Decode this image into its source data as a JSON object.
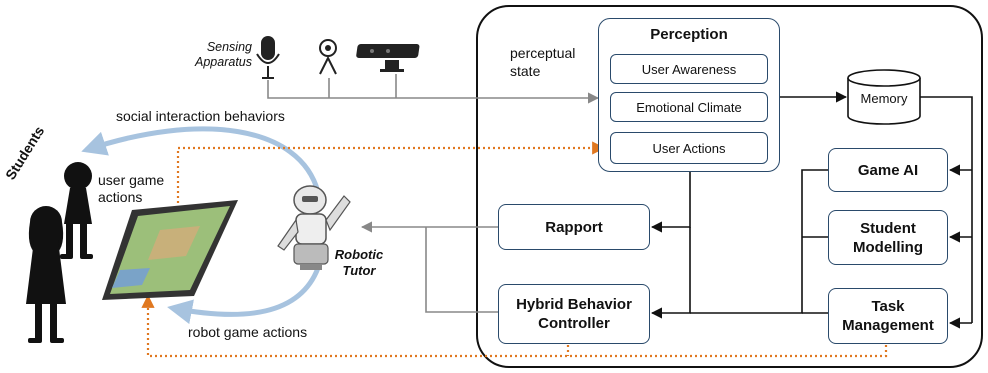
{
  "sensing": {
    "line1": "Sensing",
    "line2": "Apparatus"
  },
  "students_label": "Students",
  "robot_label": {
    "line1": "Robotic",
    "line2": "Tutor"
  },
  "arrow_labels": {
    "social": "social interaction behaviors",
    "user_game_1": "user game",
    "user_game_2": "actions",
    "robot_game": "robot game actions",
    "perceptual_1": "perceptual",
    "perceptual_2": "state"
  },
  "perception": {
    "title": "Perception",
    "items": [
      "User Awareness",
      "Emotional Climate",
      "User Actions"
    ]
  },
  "memory": "Memory",
  "modules": {
    "game_ai": "Game AI",
    "student_modelling_1": "Student",
    "student_modelling_2": "Modelling",
    "task_management_1": "Task",
    "task_management_2": "Management",
    "rapport": "Rapport",
    "hbc_1": "Hybrid Behavior",
    "hbc_2": "Controller"
  },
  "colors": {
    "box_border": "#2a4a6b",
    "orange": "#e07820",
    "blue_arrow": "#a7c3df",
    "gray_line": "#8a8a8a"
  }
}
